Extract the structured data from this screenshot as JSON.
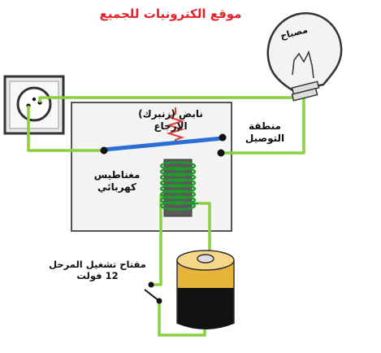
{
  "title": "موقع الكترونيات للجميع",
  "labels": {
    "lamp": "مصباح",
    "spring_line1": "نابض (زنبرك)",
    "spring_line2": "الإرجاع",
    "contact_line1": "منطقة",
    "contact_line2": "التوصيل",
    "magnet_line1": "مغناطيس",
    "magnet_line2": "كهربائي",
    "switch_line1": "مفتاح تشغيل المرحل",
    "switch_line2": "12 فولت"
  },
  "colors": {
    "title": "#e8202a",
    "wire": "#8ccf3f",
    "armature": "#2a6fd6",
    "coil": "#1f9b2a",
    "spring": "#d9413a",
    "core": "#555555",
    "relay_box_fill": "#f4f4f4",
    "relay_box_border": "#555555",
    "battery_top": "#e7b43a",
    "battery_bottom": "#111111",
    "socket_fill": "#eaeaea",
    "lamp_fill": "#f3f3f3"
  }
}
